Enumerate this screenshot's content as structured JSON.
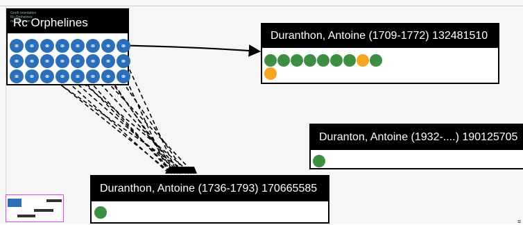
{
  "source": {
    "meta_lines": [
      "Gruth orientation",
      "Rc Orphelines",
      "meeodb.com"
    ],
    "title": "Rc Orphelines",
    "link_icon": "link-icon",
    "link_count": 24
  },
  "nodes": [
    {
      "title": "Duranthon, Antoine (1709-1772) 132481510",
      "dots": [
        "green",
        "green",
        "green",
        "green",
        "green",
        "green",
        "green",
        "orange",
        "green",
        "orange"
      ]
    },
    {
      "title": "Duranton, Antoine (1932-....) 190125705",
      "dots": [
        "green"
      ]
    },
    {
      "title": "Duranthon, Antoine (1736-1793) 170665585",
      "dots": [
        "green"
      ]
    }
  ],
  "colors": {
    "green": "#3e8f43",
    "orange": "#f5a623",
    "link": "#2a6fb8",
    "header": "#000000"
  },
  "menu_icon": "≡"
}
